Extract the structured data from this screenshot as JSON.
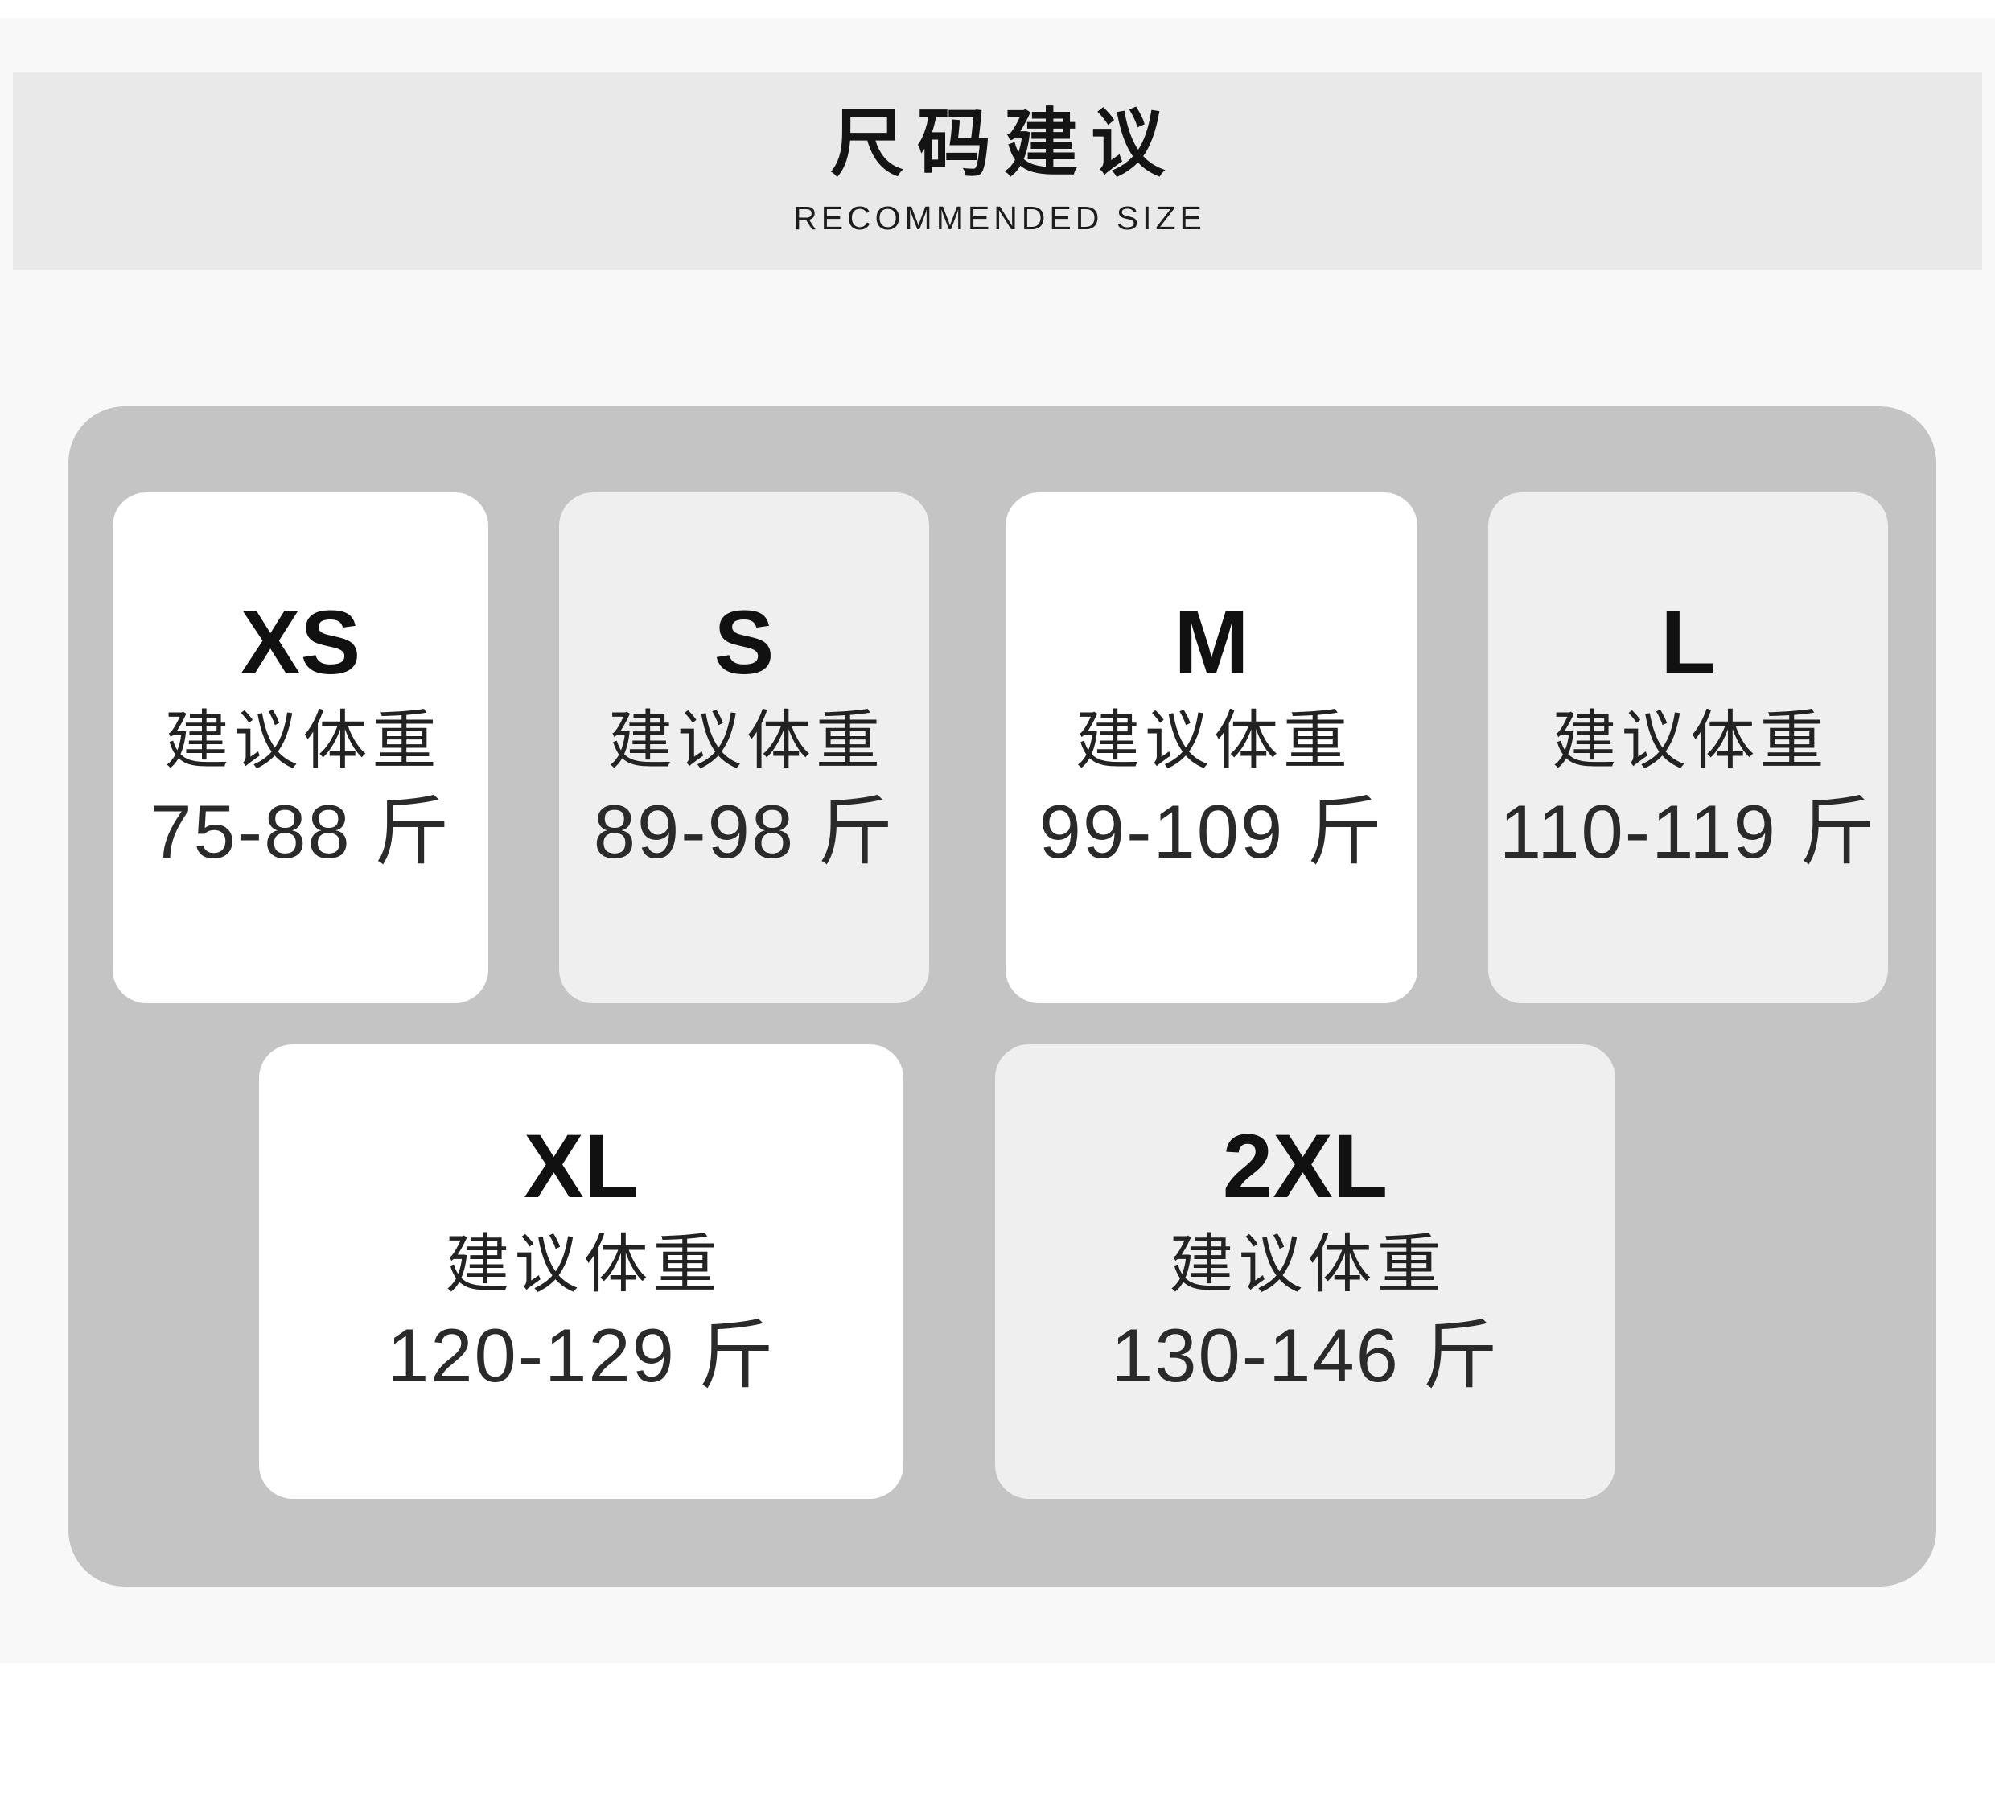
{
  "header": {
    "title": "尺码建议",
    "subtitle": "RECOMMENDED SIZE",
    "band_color": "#e9e9e9",
    "text_color": "#141414"
  },
  "page": {
    "background": "#ffffff",
    "content_background": "#f8f8f8"
  },
  "size_panel": {
    "container_color": "#c4c4c4",
    "card_white": "#ffffff",
    "card_gray": "#efefef",
    "cards": [
      {
        "size": "XS",
        "weight_label": "建议体重",
        "range": "75-88 斤",
        "tone": "white"
      },
      {
        "size": "S",
        "weight_label": "建议体重",
        "range": "89-98 斤",
        "tone": "gray"
      },
      {
        "size": "M",
        "weight_label": "建议体重",
        "range": "99-109 斤",
        "tone": "white"
      },
      {
        "size": "L",
        "weight_label": "建议体重",
        "range": "110-119 斤",
        "tone": "gray"
      },
      {
        "size": "XL",
        "weight_label": "建议体重",
        "range": "120-129 斤",
        "tone": "white"
      },
      {
        "size": "2XL",
        "weight_label": "建议体重",
        "range": "130-146 斤",
        "tone": "gray"
      }
    ]
  }
}
